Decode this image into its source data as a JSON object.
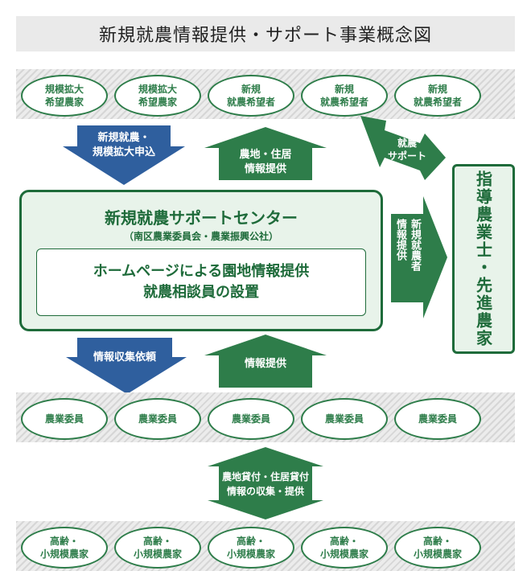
{
  "title": "新規就農情報提供・サポート事業概念図",
  "top_row": [
    {
      "line1": "規模拡大",
      "line2": "希望農家"
    },
    {
      "line1": "規模拡大",
      "line2": "希望農家"
    },
    {
      "line1": "新規",
      "line2": "就農希望者"
    },
    {
      "line1": "新規",
      "line2": "就農希望者"
    },
    {
      "line1": "新規",
      "line2": "就農希望者"
    }
  ],
  "arrows": {
    "apply": {
      "line1": "新規就農・",
      "line2": "規模拡大申込"
    },
    "info_top": {
      "line1": "農地・住居",
      "line2": "情報提供"
    },
    "support": {
      "line1": "就農",
      "line2": "サポート"
    },
    "new_farmer_info": {
      "col1": "新規就農者",
      "col2": "情報提供"
    },
    "collect_request": "情報収集依頼",
    "info_bottom": "情報提供",
    "lending": {
      "line1": "農地貸付・住居貸付",
      "line2": "情報の収集・提供"
    }
  },
  "center": {
    "title": "新規就農サポートセンター",
    "subtitle": "（南区農業委員会・農業振興公社）",
    "inner_line1": "ホームページによる園地情報提供",
    "inner_line2": "就農相談員の設置"
  },
  "right_box": "指導農業士・先進農家",
  "middle_row": [
    "農業委員",
    "農業委員",
    "農業委員",
    "農業委員",
    "農業委員"
  ],
  "bottom_row": [
    {
      "line1": "高齢・",
      "line2": "小規模農家"
    },
    {
      "line1": "高齢・",
      "line2": "小規模農家"
    },
    {
      "line1": "高齢・",
      "line2": "小規模農家"
    },
    {
      "line1": "高齢・",
      "line2": "小規模農家"
    },
    {
      "line1": "高齢・",
      "line2": "小規模農家"
    }
  ],
  "colors": {
    "dark_green": "#1e6b3a",
    "green": "#2e7d4a",
    "light_green": "#e8f3ea",
    "blue": "#2f5f9e"
  }
}
